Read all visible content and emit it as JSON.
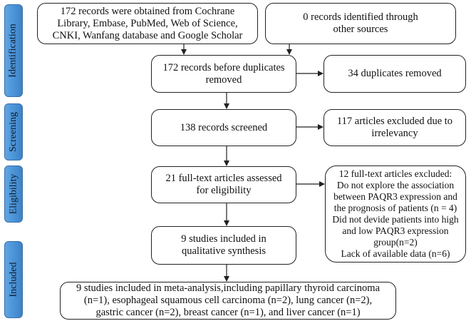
{
  "stages": [
    {
      "id": "identification",
      "label": "Identification"
    },
    {
      "id": "screening",
      "label": "Screening"
    },
    {
      "id": "eligibility",
      "label": "Eligibility"
    },
    {
      "id": "included",
      "label": "Included"
    }
  ],
  "boxes": {
    "databases": "172 records were obtained from Cochrane\nLibrary, Embase, PubMed, Web of Science,\nCNKI, Wanfang database and Google Scholar",
    "other_sources": "0 records  identified through\nother sources",
    "before_duplicates": "172 records before duplicates\nremoved",
    "duplicates_removed": "34 duplicates removed",
    "screened": "138 records screened",
    "excluded_irrelevancy": "117 articles excluded due to\nirrelevancy",
    "fulltext_assessed": "21 full-text articles assessed\nfor eligibility",
    "fulltext_excluded": "12 full-text articles excluded:\nDo not explore the association\nbetween PAQR3 expression and\nthe prognosis of patients (n = 4)\nDid not devide patients into high\nand low PAQR3 expression\ngroup(n=2)\nLack of available data (n=6)",
    "qualitative": "9 studies included in\nqualitative synthesis",
    "meta_analysis": "9 studies included in meta-analysis,including papillary thyroid carcinoma\n(n=1), esophageal squamous cell carcinoma (n=2), lung cancer (n=2),\ngastric cancer (n=2), breast cancer (n=1), and liver cancer (n=1)"
  }
}
